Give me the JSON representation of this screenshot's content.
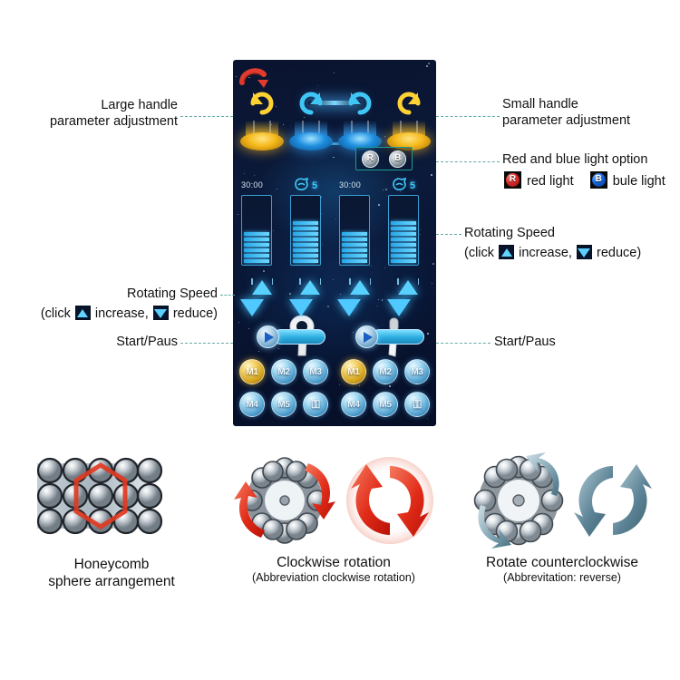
{
  "panel": {
    "red_arrow_icon": "curved-arrow-icon",
    "handles": [
      {
        "name": "handle-1",
        "color": "gold",
        "direction": "clockwise",
        "icon": "rotate-cw-icon"
      },
      {
        "name": "handle-2",
        "color": "blue",
        "direction": "counterclockwise",
        "icon": "rotate-ccw-icon"
      },
      {
        "name": "handle-3",
        "color": "blue",
        "direction": "clockwise",
        "icon": "rotate-cw-icon"
      },
      {
        "name": "handle-4",
        "color": "gold",
        "direction": "counterclockwise",
        "icon": "rotate-ccw-icon"
      }
    ],
    "light_option": {
      "red_label": "R",
      "blue_label": "B"
    },
    "channels": [
      {
        "timer": "30:00",
        "level": "",
        "slider_segments": 6
      },
      {
        "timer": "",
        "level": "5",
        "slider_segments": 8
      },
      {
        "timer": "30:00",
        "level": "",
        "slider_segments": 6
      },
      {
        "timer": "",
        "level": "5",
        "slider_segments": 8
      }
    ],
    "memory_left": [
      {
        "label": "M1",
        "style": "gold"
      },
      {
        "label": "M2",
        "style": "blue"
      },
      {
        "label": "M3",
        "style": "blue"
      },
      {
        "label": "M4",
        "style": "blue"
      },
      {
        "label": "M5",
        "style": "blue"
      },
      {
        "label": "⎙",
        "style": "blue",
        "icon": "save-lock-icon"
      }
    ],
    "memory_right": [
      {
        "label": "M1",
        "style": "gold"
      },
      {
        "label": "M2",
        "style": "blue"
      },
      {
        "label": "M3",
        "style": "blue"
      },
      {
        "label": "M4",
        "style": "blue"
      },
      {
        "label": "M5",
        "style": "blue"
      },
      {
        "label": "⎙",
        "style": "blue",
        "icon": "save-lock-icon"
      }
    ]
  },
  "callouts": {
    "large_handle_line1": "Large handle",
    "large_handle_line2": "parameter adjustment",
    "small_handle_line1": "Small handle",
    "small_handle_line2": "parameter adjustment",
    "light_option_title": "Red and blue light option",
    "red_light_label": "red light",
    "blue_light_label": "bule light",
    "red_badge": "R",
    "blue_badge": "B",
    "rot_speed_right_title": "Rotating Speed",
    "rot_speed_right_pre": "(click",
    "rot_speed_right_mid": "increase,",
    "rot_speed_right_post": "reduce)",
    "rot_speed_left_title": "Rotating Speed",
    "rot_speed_left_pre": "(click",
    "rot_speed_left_mid": "increase,",
    "rot_speed_left_post": "reduce)",
    "start_pause_left": "Start/Paus",
    "start_pause_right": "Start/Paus"
  },
  "diagrams": [
    {
      "title_line1": "Honeycomb",
      "title_line2": "sphere arrangement",
      "sub": ""
    },
    {
      "title_line1": "Clockwise rotation",
      "title_line2": "",
      "sub": "(Abbreviation clockwise rotation)"
    },
    {
      "title_line1": "Rotate counterclockwise",
      "title_line2": "",
      "sub": "(Abbrevitation: reverse)"
    }
  ],
  "colors": {
    "accent_cyan": "#3fc6f5",
    "accent_gold": "#f5b81a",
    "dash_teal": "#66a9a4",
    "panel_bg": "#0a1430",
    "red": "#e02b2b",
    "blue": "#1565e0"
  }
}
